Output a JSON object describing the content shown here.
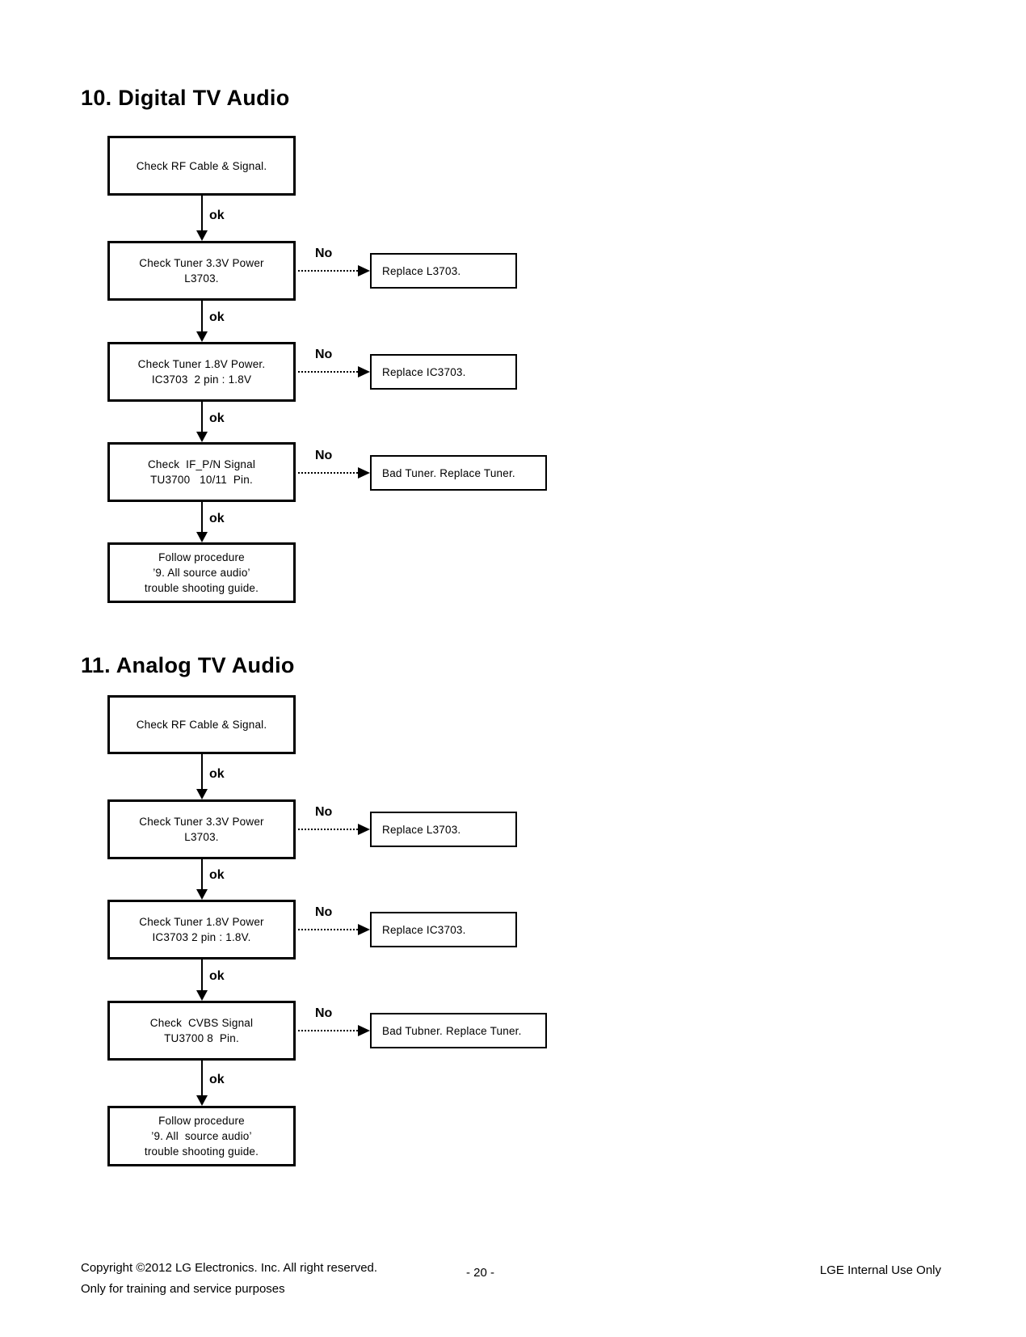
{
  "labels": {
    "ok": "ok",
    "no": "No"
  },
  "sections": {
    "digital": {
      "title": "10. Digital TV Audio",
      "steps": [
        "Check RF Cable & Signal.",
        "Check Tuner 3.3V Power\nL3703.",
        "Check Tuner 1.8V Power.\nIC3703  2 pin : 1.8V",
        "Check  IF_P/N Signal\nTU3700   10/11  Pin.",
        "Follow procedure\n’9. All source audio’\ntrouble shooting guide."
      ],
      "actions": [
        "Replace L3703.",
        "Replace IC3703.",
        "Bad Tuner. Replace Tuner."
      ]
    },
    "analog": {
      "title": "11. Analog TV Audio",
      "steps": [
        "Check RF Cable & Signal.",
        "Check Tuner 3.3V Power\nL3703.",
        "Check Tuner 1.8V Power\nIC3703 2 pin : 1.8V.",
        "Check  CVBS Signal\nTU3700 8  Pin.",
        "Follow procedure\n’9. All  source audio’\ntrouble shooting guide."
      ],
      "actions": [
        "Replace L3703.",
        "Replace IC3703.",
        "Bad Tubner. Replace Tuner."
      ]
    }
  },
  "footer": {
    "copyright_line1": "Copyright ©2012 LG Electronics. Inc. All right reserved.",
    "copyright_line2": "Only for training and service purposes",
    "page_number": "- 20 -",
    "classification": "LGE Internal Use Only"
  }
}
